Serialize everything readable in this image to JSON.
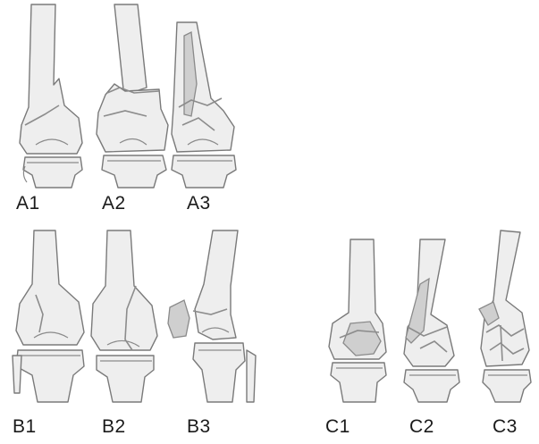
{
  "figure": {
    "panels": [
      {
        "id": "A1",
        "label": "A1"
      },
      {
        "id": "A2",
        "label": "A2"
      },
      {
        "id": "A3",
        "label": "A3"
      },
      {
        "id": "B1",
        "label": "B1"
      },
      {
        "id": "B2",
        "label": "B2"
      },
      {
        "id": "B3",
        "label": "B3"
      },
      {
        "id": "C1",
        "label": "C1"
      },
      {
        "id": "C2",
        "label": "C2"
      },
      {
        "id": "C3",
        "label": "C3"
      }
    ]
  },
  "colors": {
    "bone_fill": "#eeeeee",
    "bone_stroke": "#7a7a7a",
    "fracture": "#8c8c8c",
    "label": "#1a1a1a"
  }
}
